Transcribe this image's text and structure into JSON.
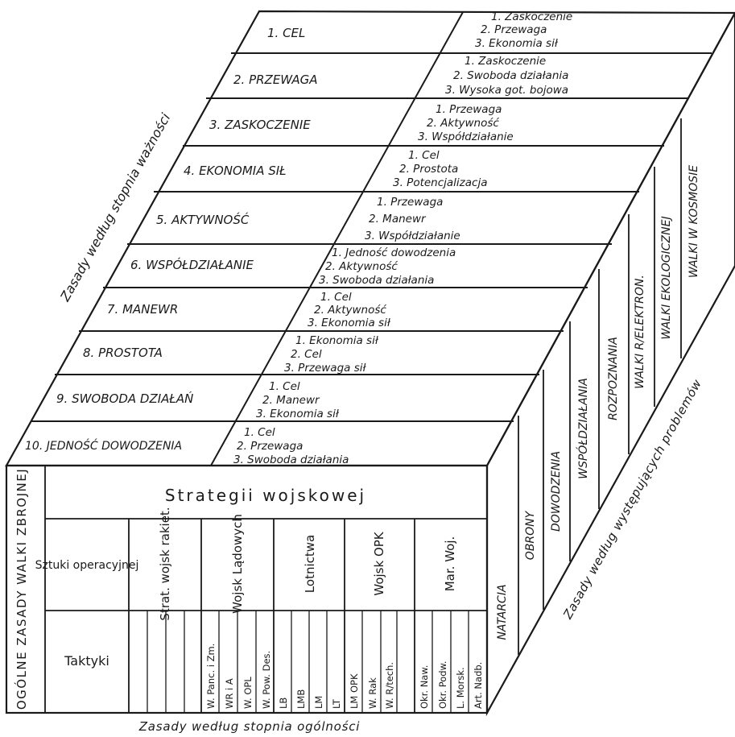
{
  "top_face": {
    "rows": [
      {
        "principle": "1. CEL",
        "related": [
          "1. Zaskoczenie",
          "2. Przewaga",
          "3. Ekonomia sił"
        ]
      },
      {
        "principle": "2. PRZEWAGA",
        "related": [
          "1. Zaskoczenie",
          "2. Swoboda działania",
          "3. Wysoka got. bojowa"
        ]
      },
      {
        "principle": "3. ZASKOCZENIE",
        "related": [
          "1. Przewaga",
          "2. Aktywność",
          "3. Współdziałanie"
        ]
      },
      {
        "principle": "4. EKONOMIA SIŁ",
        "related": [
          "1. Cel",
          "2. Prostota",
          "3. Potencjalizacja"
        ]
      },
      {
        "principle": "5. AKTYWNOŚĆ",
        "related": [
          "1. Przewaga",
          "2. Manewr",
          "3. Współdziałanie"
        ]
      },
      {
        "principle": "6. WSPÓŁDZIAŁANIE",
        "related": [
          "1. Jedność dowodzenia",
          "2. Aktywność",
          "3. Swoboda działania"
        ]
      },
      {
        "principle": "7. MANEWR",
        "related": [
          "1. Cel",
          "2. Aktywność",
          "3. Ekonomia sił"
        ]
      },
      {
        "principle": "8. PROSTOTA",
        "related": [
          "1. Ekonomia sił",
          "2. Cel",
          "3. Przewaga sił"
        ]
      },
      {
        "principle": "9. SWOBODA DZIAŁAŃ",
        "related": [
          "1. Cel",
          "2. Manewr",
          "3. Ekonomia sił"
        ]
      },
      {
        "principle": "10. JEDNOŚĆ DOWODZENIA",
        "related": [
          "1. Cel",
          "2. Przewaga",
          "3. Swoboda działania"
        ]
      }
    ]
  },
  "labels": {
    "left_axis": "Zasady według stopnia ważności",
    "bottom_axis": "Zasady według stopnia ogólności",
    "right_axis": "Zasady według występujących problemów",
    "front_left": "OGÓLNE ZASADY WALKI ZBROJNEJ",
    "strategy": "Strategii wojskowej",
    "operational": "Sztuki operacyjnej",
    "tactics": "Taktyki"
  },
  "front_face": {
    "branches": [
      {
        "label": "Strat. wojsk rakiet.",
        "tactics": [
          "",
          "",
          "",
          ""
        ]
      },
      {
        "label": "Wojsk Lądowych",
        "tactics": [
          "W. Panc. i Zm.",
          "WR i A",
          "W. OPL",
          "W. Pow. Des."
        ]
      },
      {
        "label": "Lotnictwa",
        "tactics": [
          "LB",
          "LMB",
          "LM",
          "LT"
        ]
      },
      {
        "label": "Wojsk OPK",
        "tactics": [
          "LM OPK",
          "W. Rak",
          "W. R/tech."
        ]
      },
      {
        "label": "Mar. Woj.",
        "tactics": [
          "Okr. Naw.",
          "Okr. Podw.",
          "L. Morsk.",
          "Art. Nadb."
        ]
      }
    ]
  },
  "side_face": {
    "columns": [
      "NATARCIA",
      "OBRONY",
      "DOWODZENIA",
      "WSPÓŁDZIAŁANIA",
      "ROZPOZNANIA",
      "WALKI R/ELEKTRON.",
      "WALKI EKOLOGICZNEJ",
      "WALKI W KOSMOSIE"
    ]
  }
}
